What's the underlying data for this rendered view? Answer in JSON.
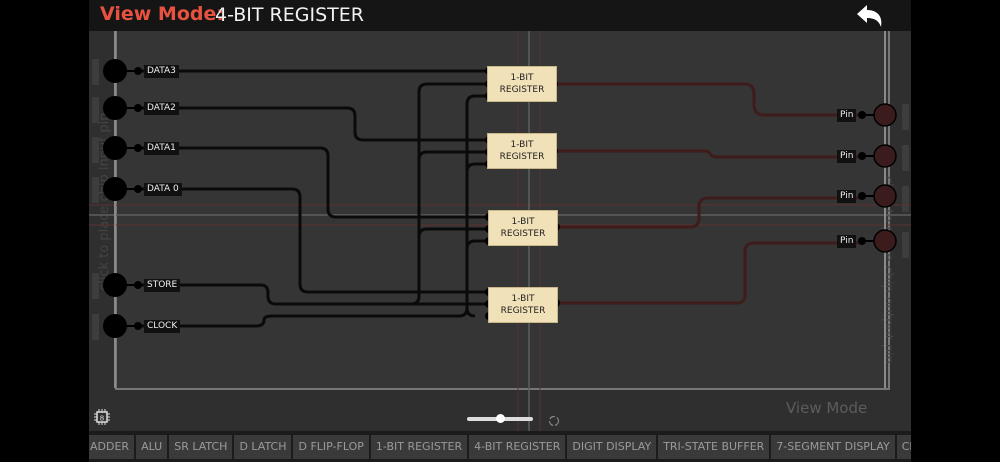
{
  "header": {
    "mode_label": "View Mode:",
    "title": "4-BIT REGISTER",
    "back_icon": "undo-arrow-icon"
  },
  "canvas": {
    "left_hint": "click to place chip input pin",
    "right_hint": "click to place chip output pin",
    "watermark": "View Mode",
    "inputs": [
      {
        "label": "DATA3"
      },
      {
        "label": "DATA2"
      },
      {
        "label": "DATA1"
      },
      {
        "label": "DATA 0"
      },
      {
        "label": "STORE"
      },
      {
        "label": "CLOCK"
      }
    ],
    "chips": [
      {
        "line1": "1-BIT",
        "line2": "REGISTER"
      },
      {
        "line1": "1-BIT",
        "line2": "REGISTER"
      },
      {
        "line1": "1-BIT",
        "line2": "REGISTER"
      },
      {
        "line1": "1-BIT",
        "line2": "REGISTER"
      }
    ],
    "outputs": [
      {
        "label": "Pin"
      },
      {
        "label": "Pin"
      },
      {
        "label": "Pin"
      },
      {
        "label": "Pin"
      }
    ],
    "zoom_slider": {
      "value": 0.5
    },
    "colors": {
      "wire_off": "#0a0a0a",
      "wire_output": "#3f1c1c",
      "output_pin": "#3c1b1d",
      "chip_fill": "#f1e1b8",
      "mode_label": "#e8523f"
    }
  },
  "toolbar": {
    "items": [
      {
        "label": "ADDER"
      },
      {
        "label": "ALU"
      },
      {
        "label": "SR LATCH"
      },
      {
        "label": "D LATCH"
      },
      {
        "label": "D FLIP-FLOP"
      },
      {
        "label": "1-BIT REGISTER"
      },
      {
        "label": "4-BIT REGISTER"
      },
      {
        "label": "DIGIT DISPLAY"
      },
      {
        "label": "TRI-STATE BUFFER"
      },
      {
        "label": "7-SEGMENT DISPLAY"
      },
      {
        "label": "CLOCK"
      }
    ]
  }
}
